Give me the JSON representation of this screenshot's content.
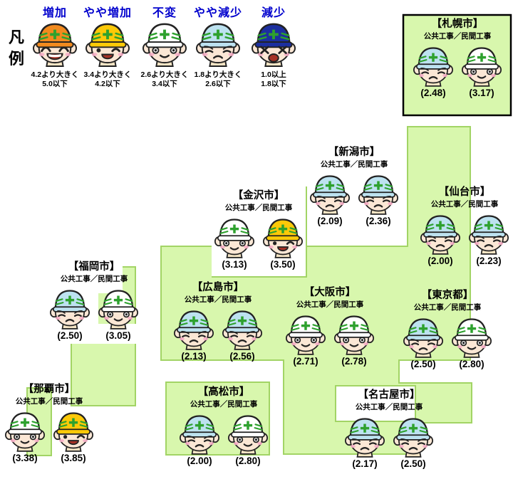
{
  "legend": {
    "title": "凡例",
    "items": [
      {
        "id": "increase",
        "label": "増加",
        "helmet_color": "#f28a1e",
        "range_line1": "4.2より大きく",
        "range_line2": "5.0以下"
      },
      {
        "id": "slight-increase",
        "label": "やや増加",
        "helmet_color": "#fcc908",
        "range_line1": "3.4より大きく",
        "range_line2": "4.2以下"
      },
      {
        "id": "unchanged",
        "label": "不変",
        "helmet_color": "#ffffff",
        "range_line1": "2.6より大きく",
        "range_line2": "3.4以下"
      },
      {
        "id": "slight-decrease",
        "label": "やや減少",
        "helmet_color": "#bde2f0",
        "range_line1": "1.8より大きく",
        "range_line2": "2.6以下"
      },
      {
        "id": "decrease",
        "label": "減少",
        "helmet_color": "#1c2f9f",
        "range_line1": "1.0以上",
        "range_line2": "1.8以下"
      }
    ],
    "label_color": "#0000cd"
  },
  "colors": {
    "map_fill": "#d8f7ad",
    "map_border": "#a2d465",
    "hokkaido_border": "#000000",
    "stripe_green": "#2ea12e",
    "skin": "#fbe7d5",
    "cheek": "#f6aec6"
  },
  "cities": [
    {
      "name": "【札幌市】",
      "works_label": "公共工事／民間工事",
      "public": {
        "type": "slight-decrease",
        "value": "(2.48)"
      },
      "private": {
        "type": "unchanged",
        "value": "(3.17)"
      }
    },
    {
      "name": "【新潟市】",
      "works_label": "公共工事／民間工事",
      "public": {
        "type": "slight-decrease",
        "value": "(2.09)"
      },
      "private": {
        "type": "slight-decrease",
        "value": "(2.36)"
      }
    },
    {
      "name": "【仙台市】",
      "works_label": "公共工事／民間工事",
      "public": {
        "type": "slight-decrease",
        "value": "(2.00)"
      },
      "private": {
        "type": "slight-decrease",
        "value": "(2.23)"
      }
    },
    {
      "name": "【金沢市】",
      "works_label": "公共工事／民間工事",
      "public": {
        "type": "unchanged",
        "value": "(3.13)"
      },
      "private": {
        "type": "slight-increase",
        "value": "(3.50)"
      }
    },
    {
      "name": "【福岡市】",
      "works_label": "公共工事／民間工事",
      "public": {
        "type": "slight-decrease",
        "value": "(2.50)"
      },
      "private": {
        "type": "unchanged",
        "value": "(3.05)"
      }
    },
    {
      "name": "【広島市】",
      "works_label": "公共工事／民間工事",
      "public": {
        "type": "slight-decrease",
        "value": "(2.13)"
      },
      "private": {
        "type": "slight-decrease",
        "value": "(2.56)"
      }
    },
    {
      "name": "【大阪市】",
      "works_label": "公共工事／民間工事",
      "public": {
        "type": "unchanged",
        "value": "(2.71)"
      },
      "private": {
        "type": "unchanged",
        "value": "(2.78)"
      }
    },
    {
      "name": "【東京都】",
      "works_label": "公共工事／民間工事",
      "public": {
        "type": "slight-decrease",
        "value": "(2.50)"
      },
      "private": {
        "type": "unchanged",
        "value": "(2.80)"
      }
    },
    {
      "name": "【那覇市】",
      "works_label": "公共工事／民間工事",
      "public": {
        "type": "unchanged",
        "value": "(3.38)"
      },
      "private": {
        "type": "slight-increase",
        "value": "(3.85)"
      }
    },
    {
      "name": "【高松市】",
      "works_label": "公共工事／民間工事",
      "public": {
        "type": "slight-decrease",
        "value": "(2.00)"
      },
      "private": {
        "type": "unchanged",
        "value": "(2.80)"
      }
    },
    {
      "name": "【名古屋市】",
      "works_label": "公共工事／民間工事",
      "public": {
        "type": "slight-decrease",
        "value": "(2.17)"
      },
      "private": {
        "type": "slight-decrease",
        "value": "(2.50)"
      }
    }
  ]
}
